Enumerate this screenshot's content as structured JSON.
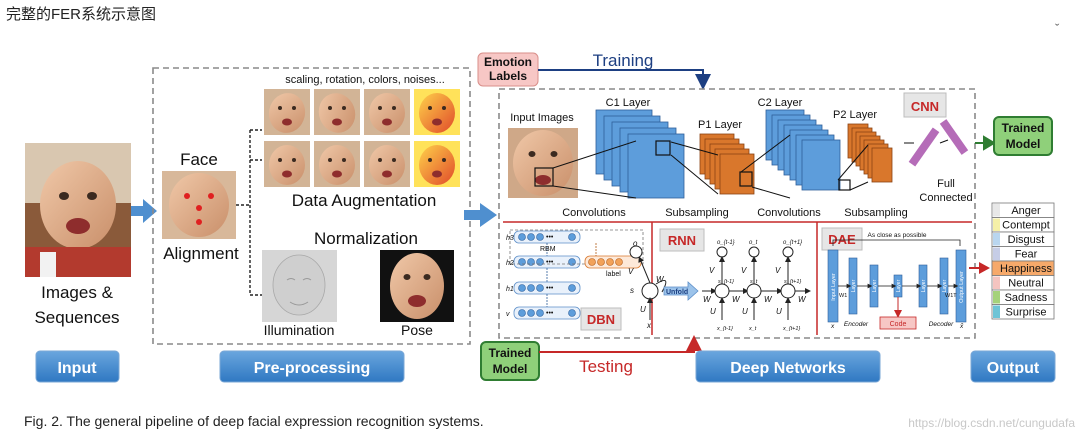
{
  "page_title": "完整的FER系统示意图",
  "stray_mark": "ˇ",
  "pills": {
    "input": "Input",
    "preprocessing": "Pre-processing",
    "deep_networks": "Deep Networks",
    "output": "Output"
  },
  "input_section": {
    "label_line1": "Images &",
    "label_line2": "Sequences"
  },
  "preprocessing_section": {
    "face_label": "Face",
    "alignment_label": "Alignment",
    "augment_caption": "scaling, rotation, colors, noises...",
    "data_augmentation": "Data Augmentation",
    "normalization": "Normalization",
    "illumination": "Illumination",
    "pose": "Pose"
  },
  "training_flow": {
    "emotion_labels_line1": "Emotion",
    "emotion_labels_line2": "Labels",
    "training_label": "Training",
    "trained_model_line1": "Trained",
    "trained_model_line2": "Model",
    "testing_label": "Testing"
  },
  "cnn_section": {
    "tag": "CNN",
    "input_images": "Input Images",
    "c1": "C1 Layer",
    "p1": "P1 Layer",
    "c2": "C2 Layer",
    "p2": "P2 Layer",
    "convolutions": "Convolutions",
    "subsampling": "Subsampling",
    "full_line1": "Full",
    "full_line2": "Connected"
  },
  "dbn_section": {
    "tag": "DBN",
    "rbm": "RBM",
    "label": "label",
    "h3": "h3",
    "h2": "h2",
    "h1": "h1",
    "v": "v"
  },
  "rnn_section": {
    "tag": "RNN",
    "unfold": "Unfold",
    "o": "o",
    "s": "s",
    "x": "x",
    "V": "V",
    "W": "W",
    "U": "U",
    "o_prev": "o_{t-1}",
    "o_cur": "o_t",
    "o_next": "o_{t+1}",
    "s_prev": "s_{t-1}",
    "s_cur": "s_t",
    "s_next": "s_{t+1}",
    "x_prev": "x_{t-1}",
    "x_cur": "x_t",
    "x_next": "x_{t+1}"
  },
  "dae_section": {
    "tag": "DAE",
    "close": "As close as possible",
    "input_layer": "Input Layer",
    "output_layer": "Output Layer",
    "layer": "Layer",
    "code": "Code",
    "encoder": "Encoder",
    "decoder": "Decoder",
    "w1": "W1",
    "w1t": "W1T",
    "x": "x",
    "x_hat": "x̂"
  },
  "emotions": [
    {
      "label": "Anger",
      "color": "#e8e8e8"
    },
    {
      "label": "Contempt",
      "color": "#f5f0a8"
    },
    {
      "label": "Disgust",
      "color": "#b9d6ef"
    },
    {
      "label": "Fear",
      "color": "#c6cde6"
    },
    {
      "label": "Happiness",
      "color": "#f6a96a"
    },
    {
      "label": "Neutral",
      "color": "#f4c4c0"
    },
    {
      "label": "Sadness",
      "color": "#a5d27a"
    },
    {
      "label": "Surprise",
      "color": "#6ec4d6"
    }
  ],
  "colors": {
    "pill_blue": "#3f86cc",
    "conv_blue": "#5d9ddb",
    "pool_orange": "#d9772c",
    "fc_purple": "#b56cb8",
    "trained_green": "#8fd07a",
    "emotion_pink": "#f7c7c5",
    "arrow_blue": "#4f8fcf",
    "training_navy": "#1d3f82",
    "testing_red": "#c62828"
  },
  "figure_caption": "Fig. 2. The general pipeline of deep facial expression recognition systems.",
  "watermark": "https://blog.csdn.net/cungudafa"
}
